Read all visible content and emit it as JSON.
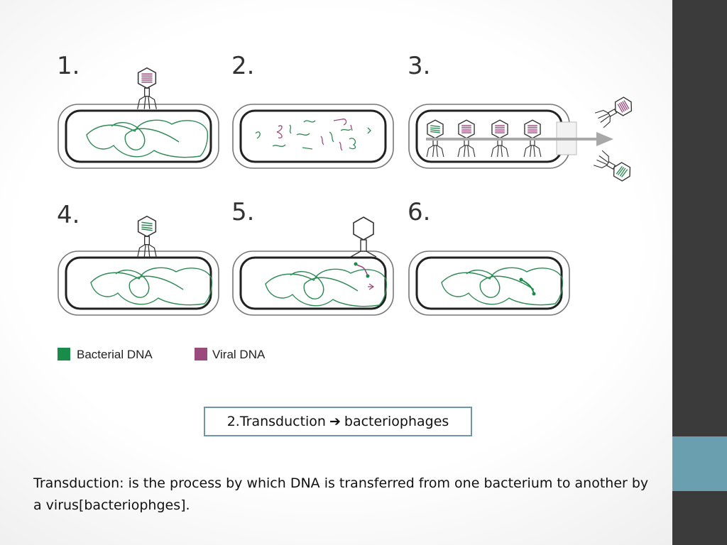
{
  "slide": {
    "steps": [
      "1.",
      "2.",
      "3.",
      "4.",
      "5.",
      "6."
    ],
    "legend": [
      {
        "label": "Bacterial DNA",
        "color": "#1a8c4a"
      },
      {
        "label": "Viral DNA",
        "color": "#9b4a7c"
      }
    ],
    "caption": {
      "prefix": "2.Transduction",
      "arrow": "➔",
      "suffix": "bacteriophages"
    },
    "body_text": "Transduction: is the process by which DNA is transferred from one bacterium to another by a virus[bacteriophges]."
  },
  "colors": {
    "bacterial_dna": "#2e8a55",
    "viral_dna": "#9b4a7c",
    "cell_outline": "#222222",
    "sidebar": "#3b3b3b",
    "sidebar_accent": "#6a9fb0"
  }
}
